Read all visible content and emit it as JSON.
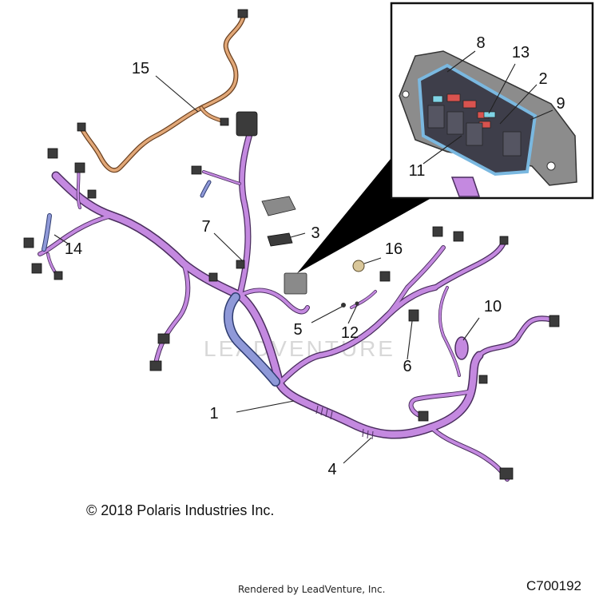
{
  "diagram": {
    "callouts": [
      {
        "id": "c1",
        "label": "1"
      },
      {
        "id": "c2",
        "label": "2"
      },
      {
        "id": "c3",
        "label": "3"
      },
      {
        "id": "c4",
        "label": "4"
      },
      {
        "id": "c5",
        "label": "5"
      },
      {
        "id": "c6",
        "label": "6"
      },
      {
        "id": "c7",
        "label": "7"
      },
      {
        "id": "c8",
        "label": "8"
      },
      {
        "id": "c9",
        "label": "9"
      },
      {
        "id": "c10",
        "label": "10"
      },
      {
        "id": "c11",
        "label": "11"
      },
      {
        "id": "c12",
        "label": "12"
      },
      {
        "id": "c13",
        "label": "13"
      },
      {
        "id": "c14",
        "label": "14"
      },
      {
        "id": "c15",
        "label": "15"
      },
      {
        "id": "c16",
        "label": "16"
      }
    ],
    "colors": {
      "harness": "#c489e0",
      "harness_outline": "#4a2d5e",
      "blue_harness": "#8f99d8",
      "orange_harness": "#e2a878",
      "fuse_red": "#d9534f",
      "fuse_cyan": "#7fd4e6",
      "inset_seal": "#7ab8e0"
    },
    "watermark": "LEADVENTURE"
  },
  "footer": {
    "copyright": "© 2018 Polaris Industries Inc.",
    "rendered_by": "Rendered by LeadVenture, Inc.",
    "figure_id": "C700192"
  }
}
